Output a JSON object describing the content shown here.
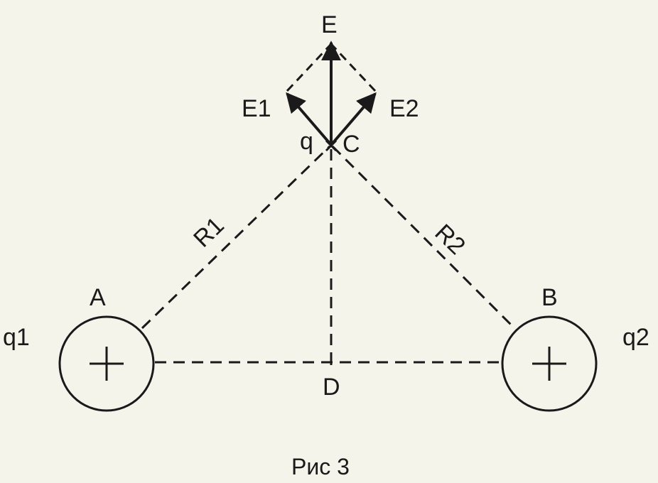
{
  "colors": {
    "background": "#f4f4ea",
    "stroke": "#1a1a1a"
  },
  "labels": {
    "point_a": "A",
    "point_b": "B",
    "point_c": "C",
    "point_d": "D",
    "point_e": "E",
    "vector_e1": "E1",
    "vector_e2": "E2",
    "charge_q": "q",
    "charge_q1": "q1",
    "charge_q2": "q2",
    "distance_r1": "R1",
    "distance_r2": "R2"
  },
  "charges": {
    "left_sign": "+",
    "right_sign": "+"
  },
  "caption": "Рис 3"
}
